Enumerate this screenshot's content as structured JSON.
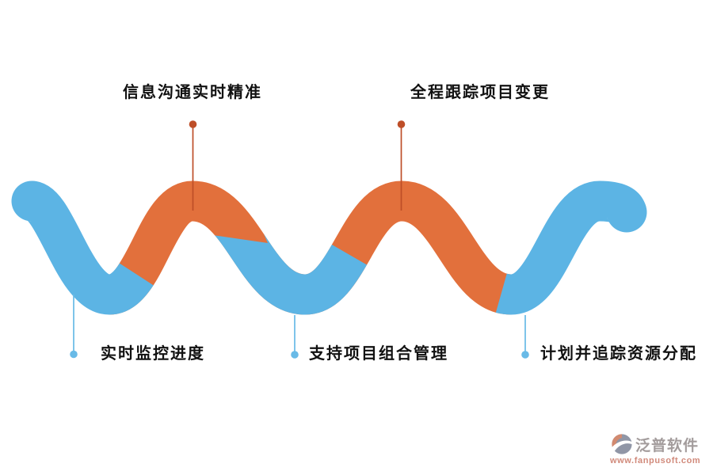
{
  "diagram": {
    "title_context": "project-management-feature-wave",
    "top_callouts": [
      {
        "label": "信息沟通实时精准"
      },
      {
        "label": "全程跟踪项目变更"
      }
    ],
    "bottom_callouts": [
      {
        "label": "实时监控进度"
      },
      {
        "label": "支持项目组合管理"
      },
      {
        "label": "计划并追踪资源分配"
      }
    ]
  },
  "colors": {
    "wave_blue": "#5CB4E4",
    "wave_orange": "#E2703C",
    "callout_orange": "#BE4E28",
    "callout_blue": "#68BAE7",
    "label_text": "#111111",
    "background": "#FFFFFF"
  },
  "watermark": {
    "icon": "fanpu-logo-icon",
    "icon_body_color": "#9096A6",
    "icon_crescent_color": "#D28A70",
    "name": "泛普软件",
    "name_color": "#A39C9C",
    "url": "www.fanpusoft.com",
    "url_color": "#D18A7B"
  }
}
